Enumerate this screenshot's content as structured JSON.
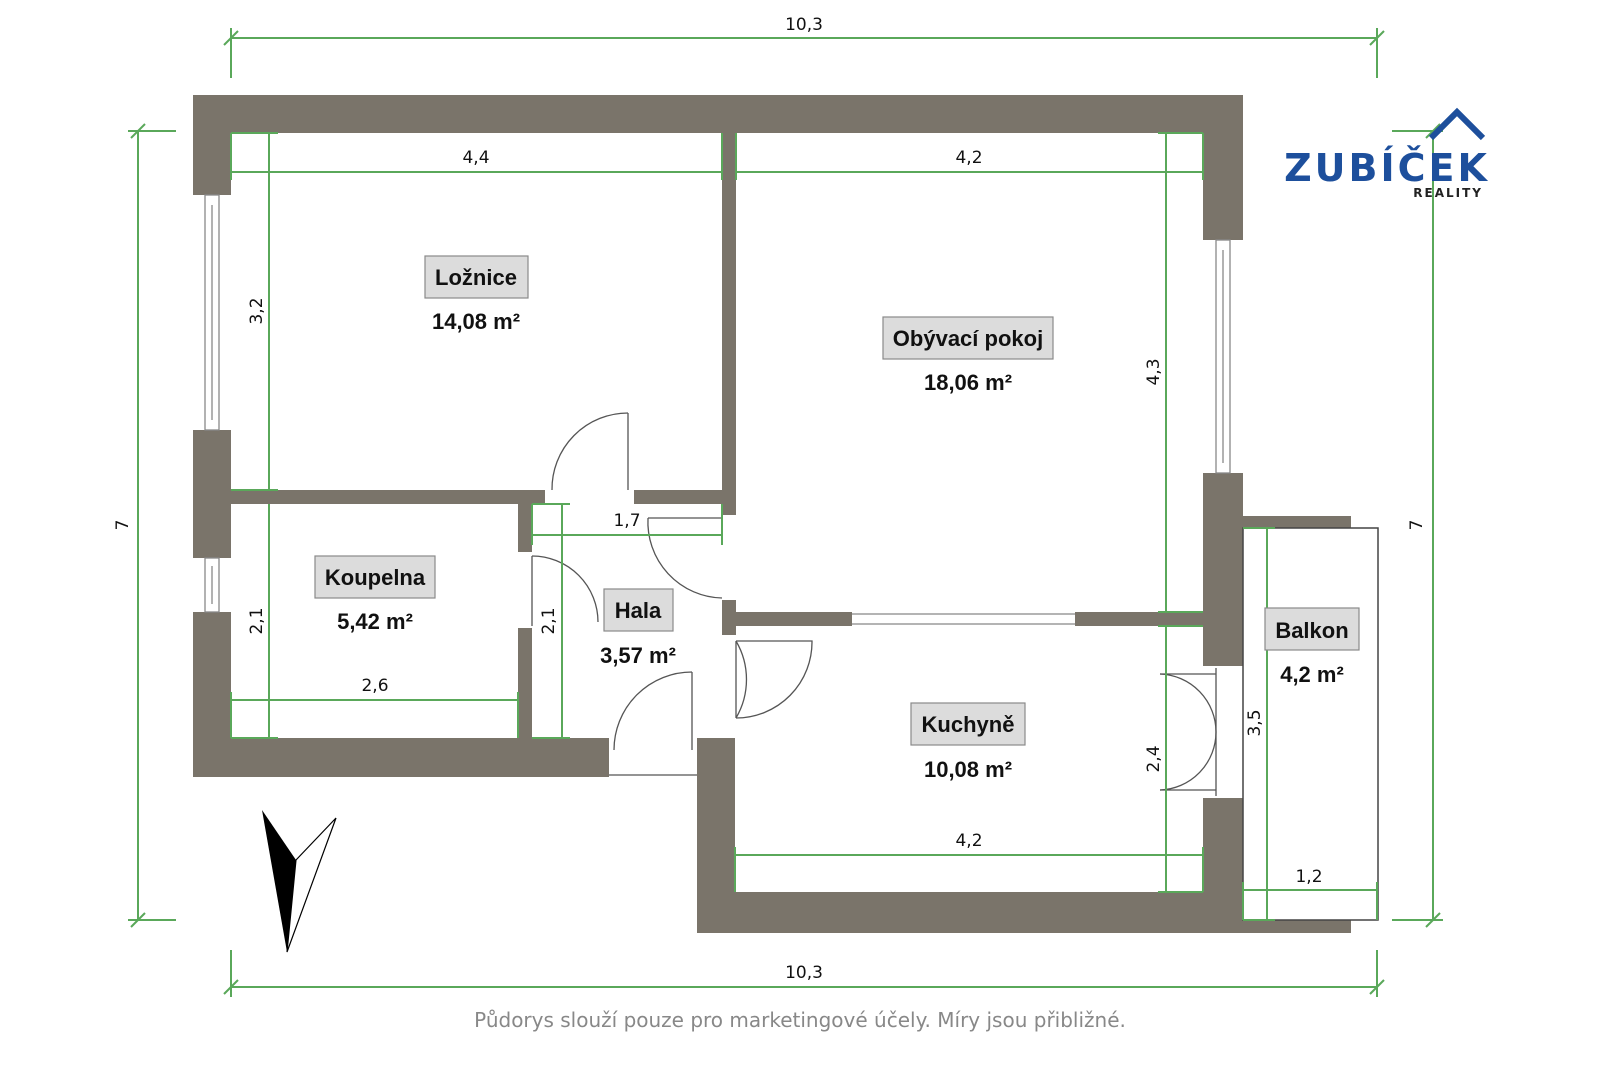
{
  "brand": {
    "name": "ZUBÍČEK",
    "sub": "REALITY",
    "color": "#1d4f9c"
  },
  "colors": {
    "wall": "#7a746a",
    "dimension_line": "#5aa85a",
    "label_bg": "#dcdcdc"
  },
  "rooms": {
    "loznice": {
      "name": "Ložnice",
      "area": "14,08 m²"
    },
    "obyvaci": {
      "name": "Obývací pokoj",
      "area": "18,06 m²"
    },
    "koupelna": {
      "name": "Koupelna",
      "area": "5,42 m²"
    },
    "hala": {
      "name": "Hala",
      "area": "3,57 m²"
    },
    "kuchyne": {
      "name": "Kuchyně",
      "area": "10,08 m²"
    },
    "balkon": {
      "name": "Balkon",
      "area": "4,2 m²"
    }
  },
  "dimensions": {
    "overall_top": "10,3",
    "overall_bottom": "10,3",
    "overall_left": "7",
    "overall_right": "7",
    "loznice_width": "4,4",
    "loznice_height": "3,2",
    "obyvaci_width": "4,2",
    "obyvaci_height": "4,3",
    "koupelna_width": "2,6",
    "koupelna_height": "2,1",
    "hala_width": "1,7",
    "hala_height": "2,1",
    "kuchyne_width": "4,2",
    "kuchyne_height": "2,4",
    "balkon_width": "1,2",
    "balkon_height": "3,5"
  },
  "compass": {
    "icon": "north-arrow-icon"
  },
  "disclaimer": "Půdorys slouží pouze pro marketingové účely. Míry jsou přibližné."
}
